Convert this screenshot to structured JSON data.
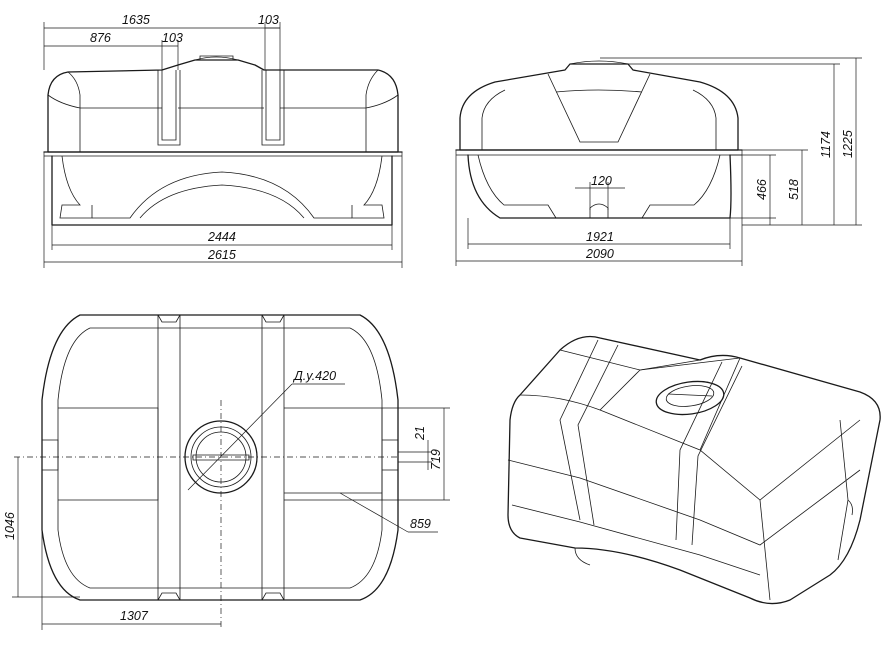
{
  "front_view": {
    "dim_top_total": "1635",
    "dim_top_right_rib": "103",
    "dim_top_left": "876",
    "dim_top_left_rib": "103",
    "dim_bottom_inner": "2444",
    "dim_bottom_total": "2615"
  },
  "side_view": {
    "dim_outlet": "120",
    "dim_base_width": "1921",
    "dim_total_width": "2090",
    "dim_h_466": "466",
    "dim_h_518": "518",
    "dim_h_1174": "1174",
    "dim_h_1225": "1225"
  },
  "top_view": {
    "hatch_label": "Д.у.420",
    "dim_21": "21",
    "dim_719": "719",
    "dim_859": "859",
    "dim_1046": "1046",
    "dim_1307": "1307"
  }
}
